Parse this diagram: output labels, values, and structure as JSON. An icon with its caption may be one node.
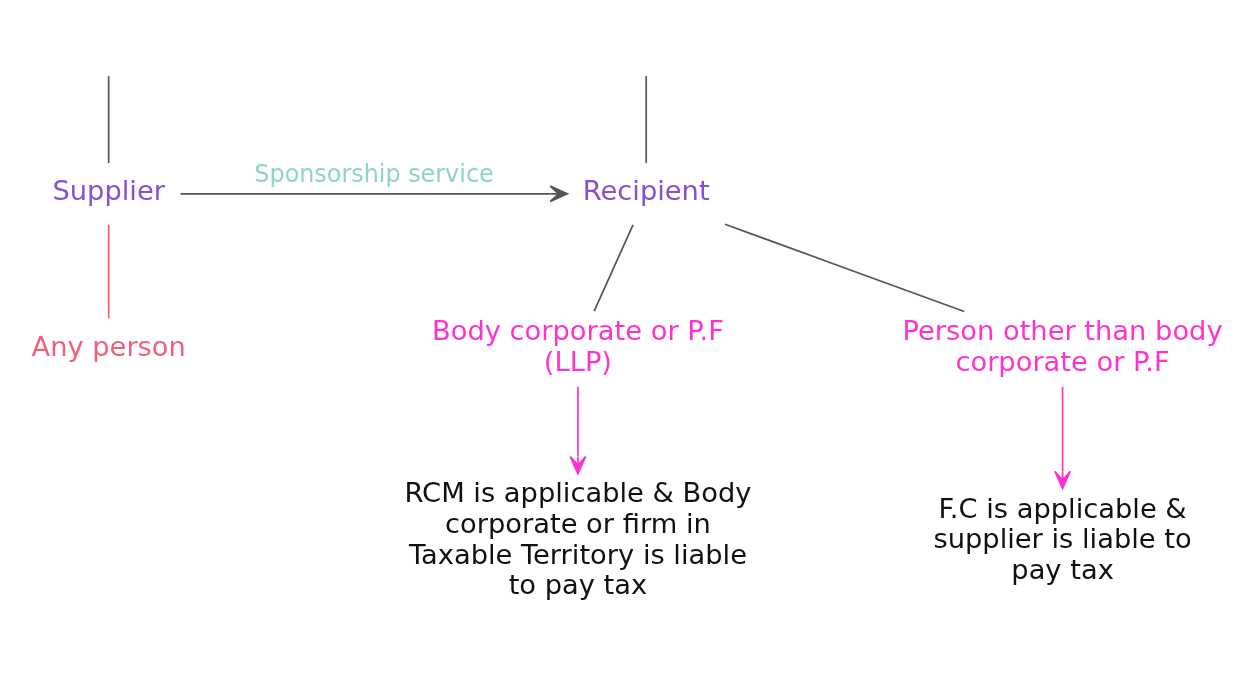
{
  "diagram": {
    "nodes": [
      {
        "text": [
          "Supplier"
        ]
      },
      {
        "text": [
          "Recipient"
        ]
      },
      {
        "text": [
          "Any person"
        ]
      },
      {
        "text": [
          "Body corporate or P.F (LLP)"
        ]
      },
      {
        "text": [
          "Person other than body corporate or P.F"
        ]
      },
      {
        "text": [
          "RCM is applicable & Body corporate or firm in Taxable Territory is liable to pay tax"
        ]
      },
      {
        "text": [
          "F.C is applicable & supplier is liable to pay tax"
        ]
      }
    ],
    "edges": [
      {
        "from": null,
        "to": 0,
        "arrow": "none"
      },
      {
        "from": null,
        "to": 1,
        "arrow": "none"
      },
      {
        "from": 0,
        "to": 1,
        "arrow": "to",
        "label": "Sponsorship service"
      },
      {
        "from": 0,
        "to": 2,
        "arrow": "none",
        "color": "#f0607a"
      },
      {
        "from": 1,
        "to": 3,
        "arrow": "none"
      },
      {
        "from": 1,
        "to": 4,
        "arrow": "none"
      },
      {
        "from": 3,
        "to": 5,
        "arrow": "to",
        "color": "#ff33cc"
      },
      {
        "from": 4,
        "to": 6,
        "arrow": "to",
        "color": "#ff33cc"
      }
    ]
  }
}
